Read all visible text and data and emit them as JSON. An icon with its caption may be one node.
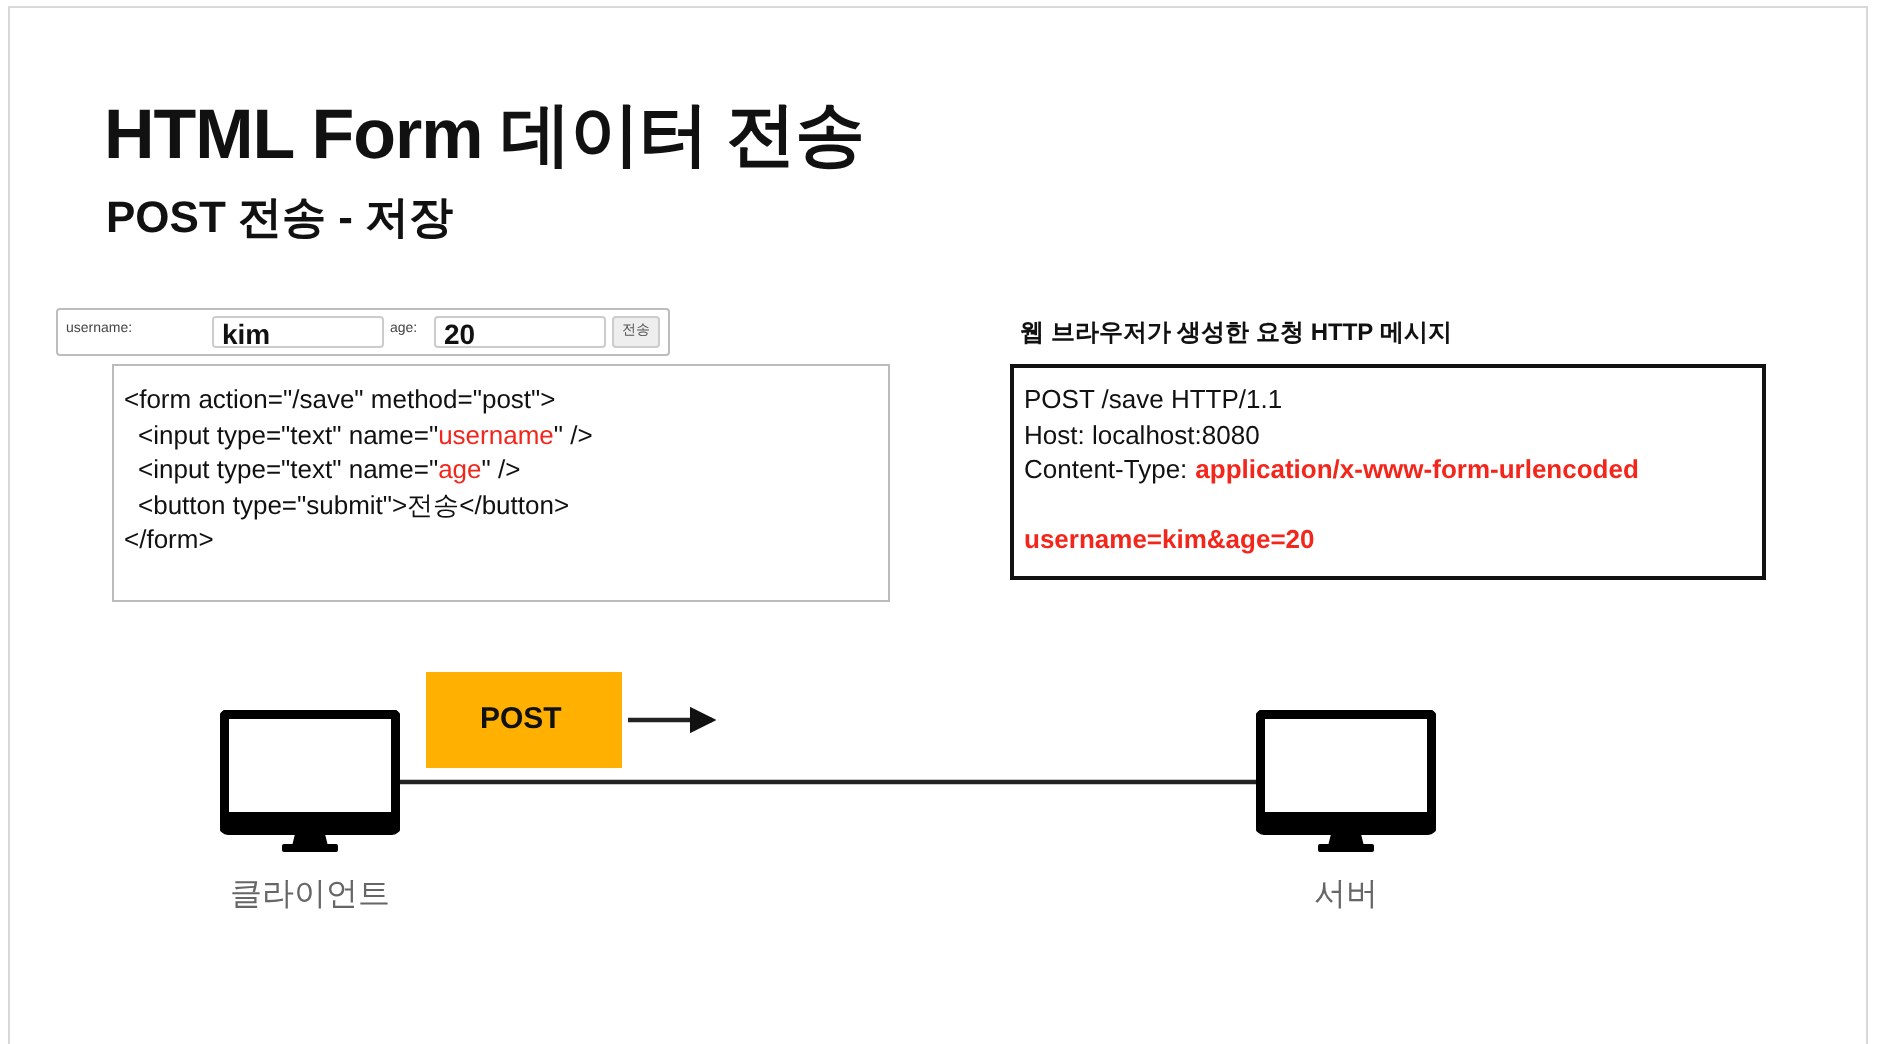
{
  "diagram": {
    "title": "HTML Form 데이터 전송",
    "labels": [
      "POST 전송 - 저장"
    ],
    "nodes": [
      {
        "text": [
          "username:",
          "kim",
          "age:",
          "20",
          "전송"
        ]
      },
      {
        "text": [
          "<form action=\"/save\" method=\"post\">",
          "<input type=\"text\" name=\"",
          "username",
          "\" />",
          "<input type=\"text\" name=\"",
          "age",
          "\" />",
          "<button type=\"submit\">전송</button>",
          "</form>"
        ]
      },
      {
        "text": [
          "웹 브라우저가 생성한 요청 HTTP 메시지",
          "POST /save HTTP/1.1",
          "Host: localhost:8080",
          "Content-Type:",
          "application/x-www-form-urlencoded",
          "username=kim&age=20"
        ]
      },
      {
        "text": [],
        "shape": "monitor",
        "beside": [
          "클라이언트"
        ]
      },
      {
        "text": [
          "POST"
        ]
      },
      {
        "text": [],
        "shape": "monitor",
        "beside": [
          "서버"
        ]
      }
    ],
    "edges": [
      {
        "from": 3,
        "to": 5,
        "arrow": "none"
      },
      {
        "from": 4,
        "to": null,
        "arrow": "to"
      }
    ]
  }
}
